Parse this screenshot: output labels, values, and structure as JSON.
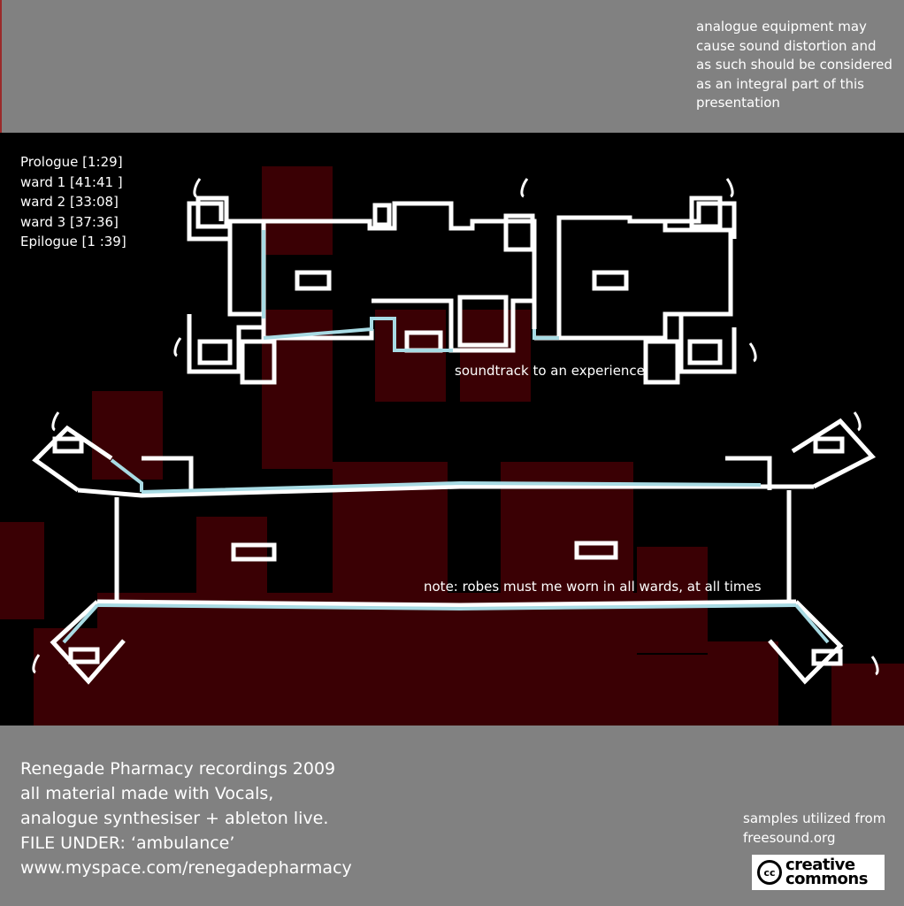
{
  "warning": {
    "lines": [
      "analogue equipment may",
      "cause sound distortion and",
      "as such should be considered",
      "as an integral part of this",
      "presentation"
    ]
  },
  "tracklist": [
    "Prologue [1:29]",
    "ward 1 [41:41 ]",
    "ward 2 [33:08]",
    "ward 3 [37:36]",
    "Epilogue [1 :39]"
  ],
  "tagline": "soundtrack to an experience",
  "note": "note: robes must me worn in all wards, at all times",
  "credits": [
    "Renegade Pharmacy recordings 2009",
    "all material made with Vocals,",
    "analogue synthesiser + ableton live.",
    "FILE UNDER: ‘ambulance’",
    "www.myspace.com/renegadepharmacy"
  ],
  "samples": {
    "line1": "samples utilized from",
    "line2": "freesound.org"
  },
  "logo": {
    "symbol": "cc",
    "word1": "creative",
    "word2": "commons"
  },
  "colors": {
    "band": "#818181",
    "panel": "#000000",
    "block": "#3a0004",
    "walls": "#ffffff",
    "corridor": "#a8dbe4"
  }
}
